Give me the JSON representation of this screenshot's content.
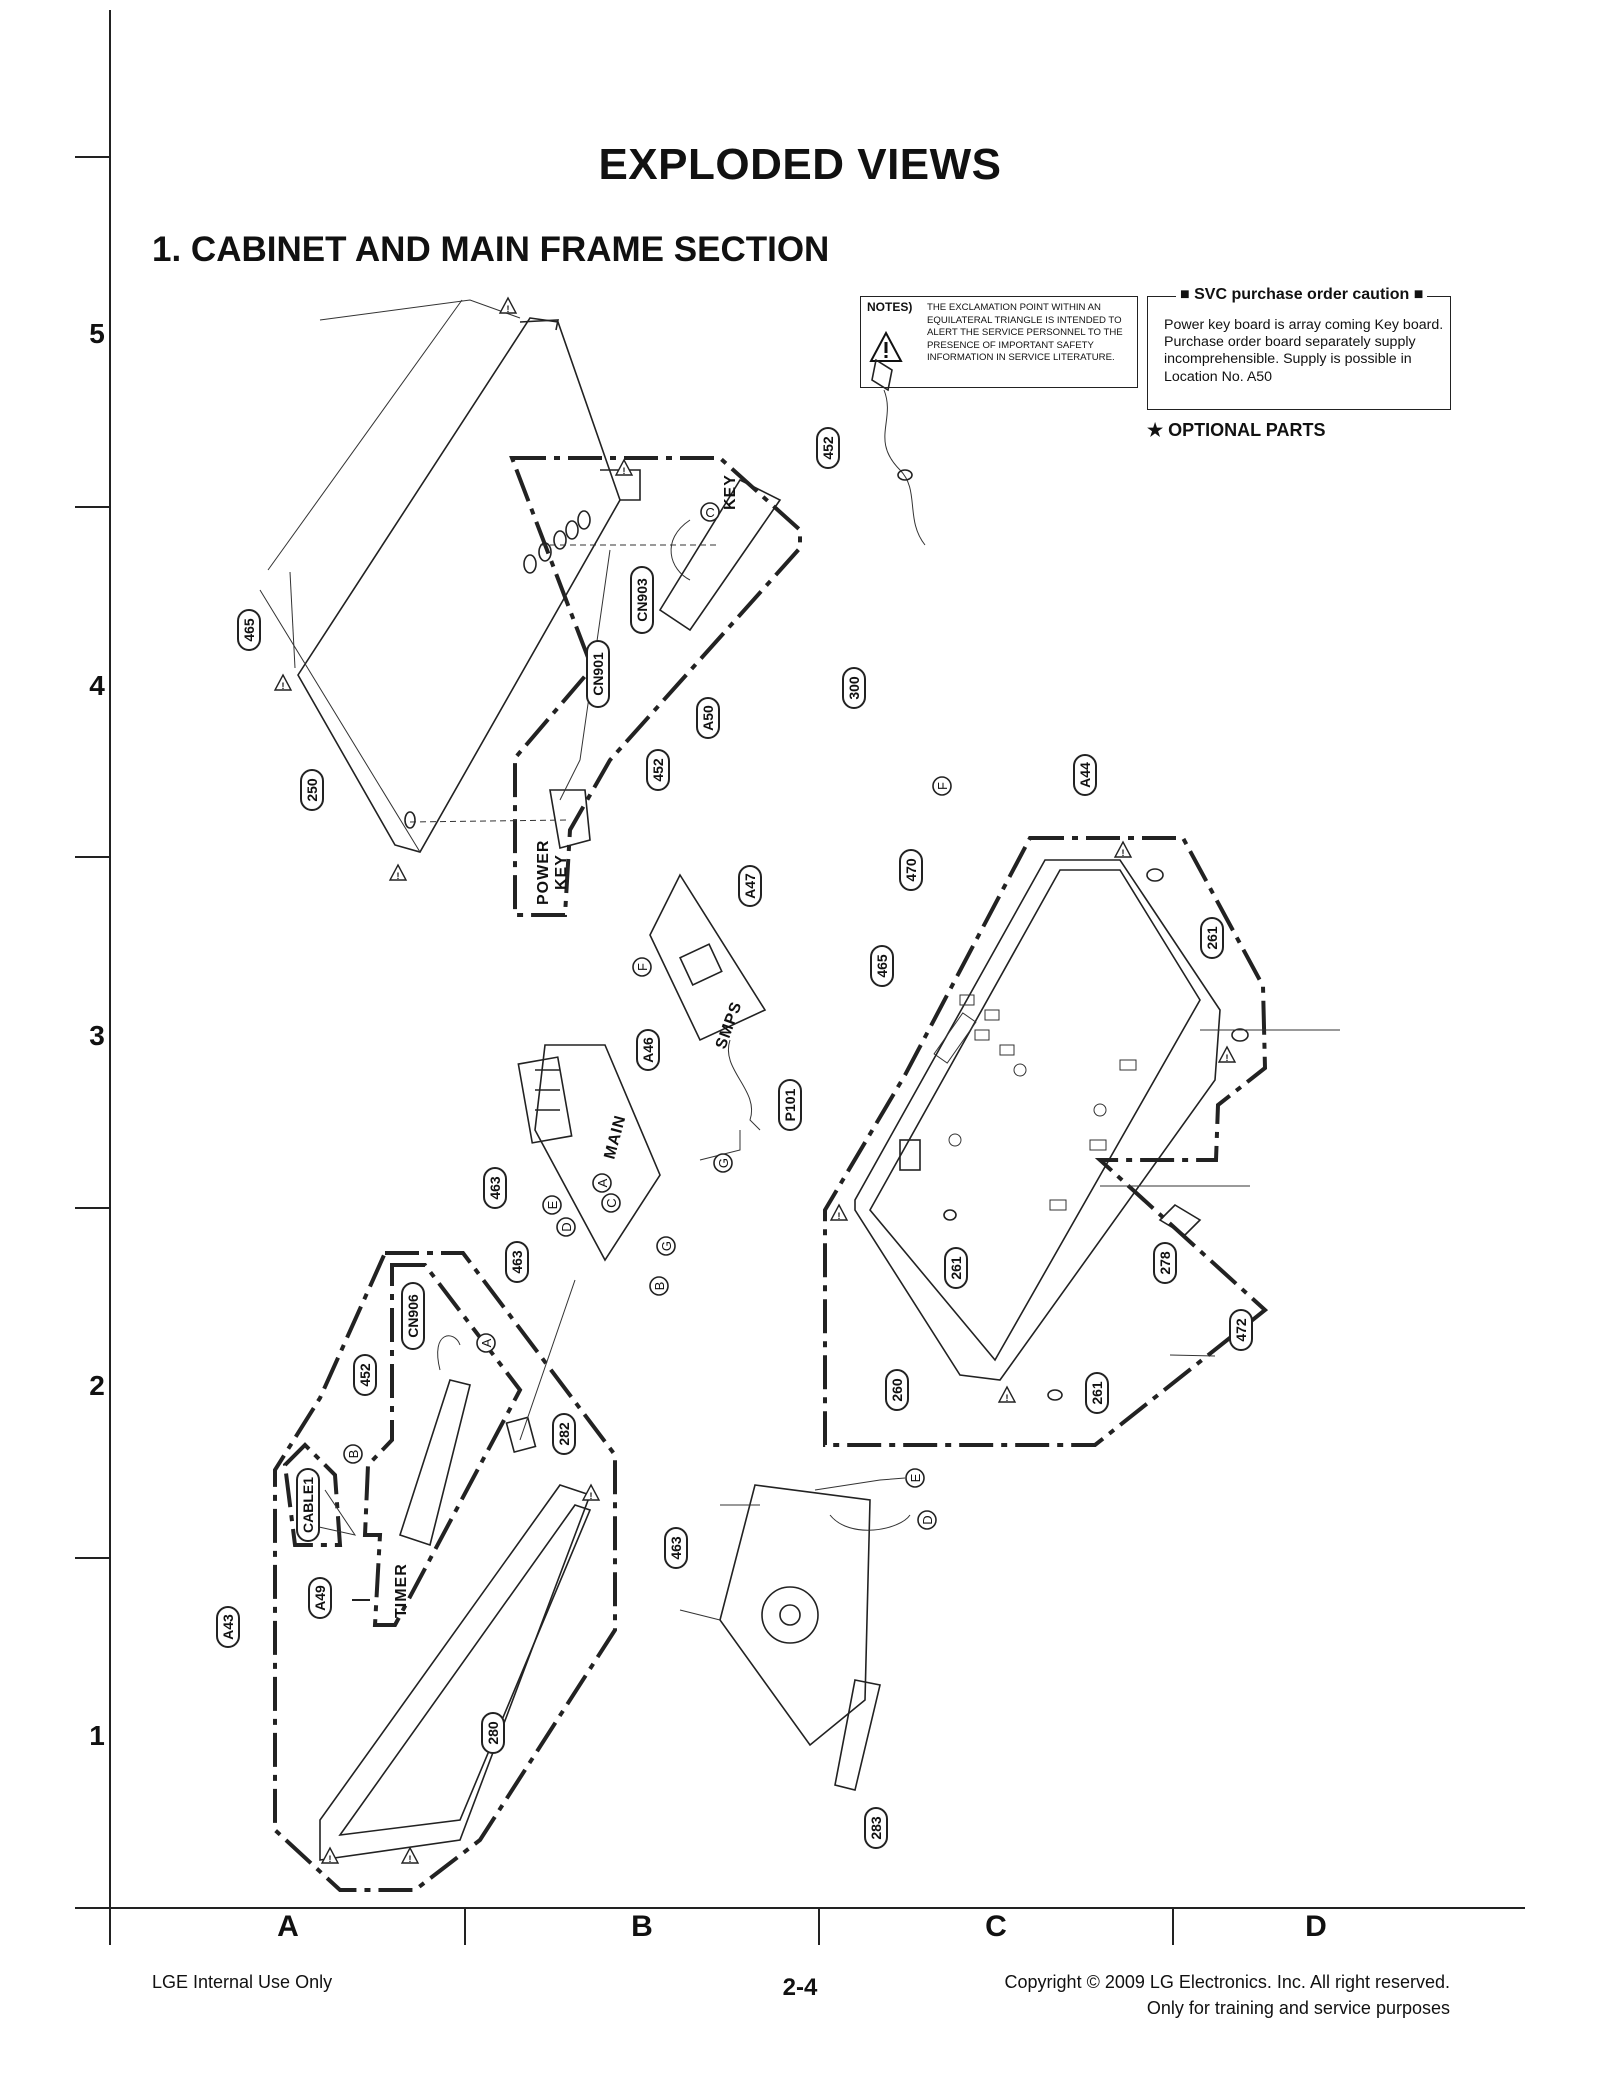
{
  "header": {
    "title": "EXPLODED VIEWS",
    "section": "1. CABINET AND MAIN FRAME SECTION"
  },
  "notes": {
    "label": "NOTES)",
    "text": "THE EXCLAMATION POINT WITHIN AN EQUILATERAL TRIANGLE IS INTENDED TO ALERT THE SERVICE PERSONNEL TO THE PRESENCE OF IMPORTANT SAFETY INFORMATION IN SERVICE LITERATURE."
  },
  "svc_caution": {
    "title": "SVC purchase order caution",
    "text": "Power key board is array coming Key board. Purchase order board separately supply incomprehensible. Supply is possible in Location No. A50"
  },
  "optional_parts": "★ OPTIONAL PARTS",
  "grid": {
    "rows": [
      "5",
      "4",
      "3",
      "2",
      "1"
    ],
    "columns": [
      "A",
      "B",
      "C",
      "D"
    ]
  },
  "part_labels": {
    "p465a": "465",
    "p250": "250",
    "pcn901": "CN901",
    "pcn903": "CN903",
    "pa50": "A50",
    "p452a": "452",
    "p452b": "452",
    "p300": "300",
    "pa44": "A44",
    "pa47": "A47",
    "p470": "470",
    "p465b": "465",
    "p261a": "261",
    "pa46": "A46",
    "pp101": "P101",
    "p463a": "463",
    "p463b": "463",
    "pcn906": "CN906",
    "p452c": "452",
    "p282": "282",
    "pcable1": "CABLE1",
    "pa49": "A49",
    "pa43": "A43",
    "p280": "280",
    "p463c": "463",
    "p283": "283",
    "p261b": "261",
    "p261c": "261",
    "p278": "278",
    "p472": "472",
    "p260": "260"
  },
  "board_labels": {
    "key": "KEY",
    "power_key_1": "POWER",
    "power_key_2": "KEY",
    "smps": "SMPS",
    "main": "MAIN",
    "timer": "TIMER"
  },
  "callouts": {
    "c_key": "C",
    "f_cord": "F",
    "f_smps": "F",
    "g_p101": "G",
    "c_main": "C",
    "a_main": "A",
    "e_main": "E",
    "d_main": "D",
    "g_main": "G",
    "b_main": "B",
    "a_timer": "A",
    "b_timer": "B",
    "e_loader": "E",
    "d_loader": "D"
  },
  "footer": {
    "left": "LGE Internal Use Only",
    "page": "2-4",
    "copyright": "Copyright © 2009 LG Electronics. Inc. All right reserved.",
    "purpose": "Only for training and service purposes"
  }
}
